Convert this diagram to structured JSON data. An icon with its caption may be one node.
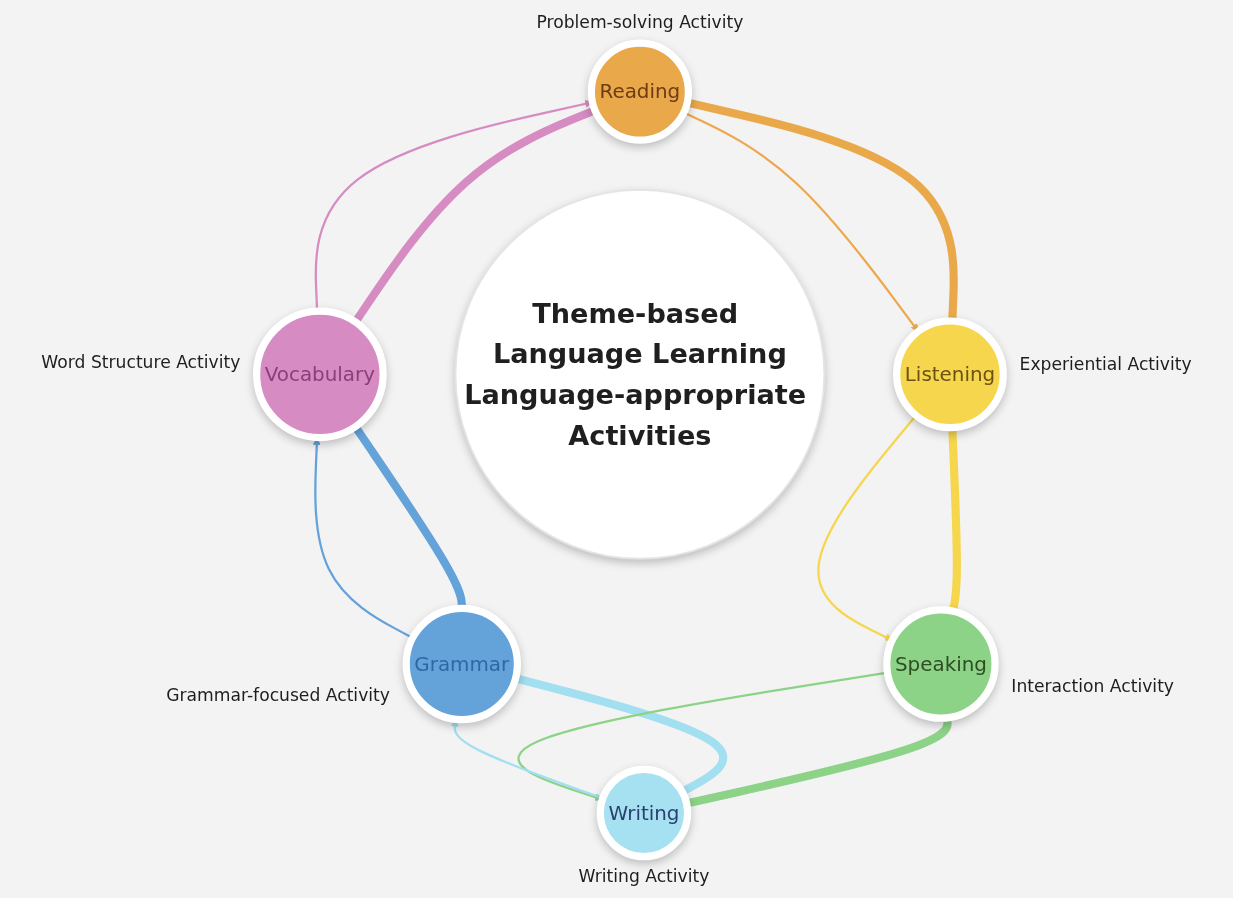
{
  "diagram": {
    "nodes": [
      {
        "text": [
          "Reading"
        ],
        "beside": [
          "Problem-solving Activity"
        ]
      },
      {
        "text": [
          "Listening"
        ],
        "beside": [
          "Experiential Activity"
        ]
      },
      {
        "text": [
          "Speaking"
        ],
        "beside": [
          "Interaction Activity"
        ]
      },
      {
        "text": [
          "Writing"
        ],
        "beside": [
          "Writing Activity"
        ]
      },
      {
        "text": [
          "Grammar"
        ],
        "beside": [
          "Grammar-focused Activity"
        ]
      },
      {
        "text": [
          "Vocabulary"
        ],
        "beside": [
          "Word Structure Activity"
        ]
      },
      {
        "text": [
          "Theme-based Language Learning",
          "Language-appropriate Activities"
        ]
      }
    ],
    "edges": [
      {
        "from": 3,
        "to": 2,
        "arrow": "none",
        "style": "thick",
        "color": "#8cd287"
      },
      {
        "from": 2,
        "to": 1,
        "arrow": "none",
        "style": "thick",
        "color": "#f5d64c"
      },
      {
        "from": 1,
        "to": 0,
        "arrow": "none",
        "style": "thick",
        "color": "#e9a84a"
      },
      {
        "from": 3,
        "to": 4,
        "arrow": "none",
        "style": "thick",
        "color": "#a2dff0"
      },
      {
        "from": 4,
        "to": 5,
        "arrow": "none",
        "style": "thick",
        "color": "#64a2da"
      },
      {
        "from": 5,
        "to": 0,
        "arrow": "none",
        "style": "thick",
        "color": "#d68cc2"
      },
      {
        "from": 0,
        "to": 1,
        "arrow": "to",
        "color": "#eda84e"
      },
      {
        "from": 1,
        "to": 2,
        "arrow": "to",
        "color": "#f5d64c"
      },
      {
        "from": 2,
        "to": 3,
        "arrow": "to",
        "color": "#8cd287"
      },
      {
        "from": 3,
        "to": 4,
        "arrow": "to",
        "color": "#a2dff0"
      },
      {
        "from": 4,
        "to": 5,
        "arrow": "to",
        "color": "#64a2da"
      },
      {
        "from": 5,
        "to": 0,
        "arrow": "to",
        "color": "#d68cc2"
      }
    ]
  }
}
